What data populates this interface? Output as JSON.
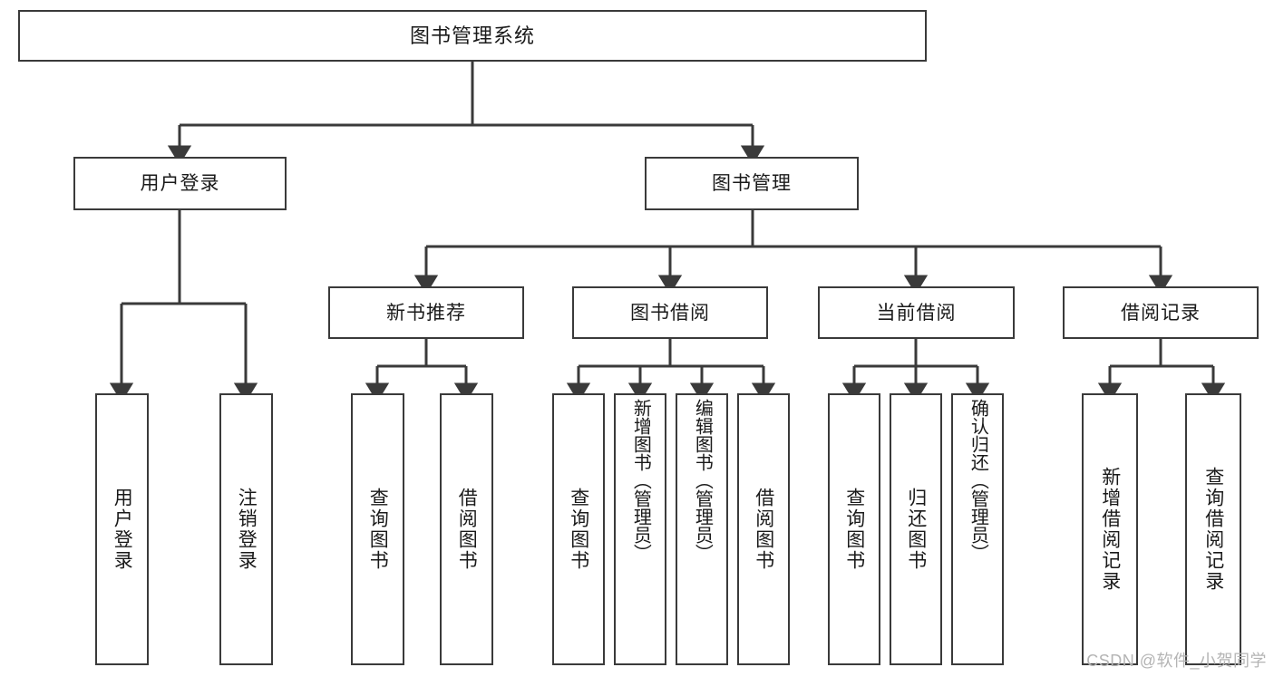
{
  "diagram": {
    "title": "图书管理系统",
    "type": "tree",
    "root": {
      "label": "图书管理系统"
    },
    "level2": [
      {
        "label": "用户登录"
      },
      {
        "label": "图书管理"
      }
    ],
    "level3": [
      {
        "label": "新书推荐"
      },
      {
        "label": "图书借阅"
      },
      {
        "label": "当前借阅"
      },
      {
        "label": "借阅记录"
      }
    ],
    "leaves": {
      "user_login": [
        {
          "label": "用户登录"
        },
        {
          "label": "注销登录"
        }
      ],
      "new_book_recommend": [
        {
          "label": "查询图书"
        },
        {
          "label": "借阅图书"
        }
      ],
      "book_borrow": [
        {
          "label": "查询图书"
        },
        {
          "label": "新增图书（管理员）"
        },
        {
          "label": "编辑图书（管理员）"
        },
        {
          "label": "借阅图书"
        }
      ],
      "current_borrow": [
        {
          "label": "查询图书"
        },
        {
          "label": "归还图书"
        },
        {
          "label": "确认归还（管理员）"
        }
      ],
      "borrow_record": [
        {
          "label": "新增借阅记录"
        },
        {
          "label": "查询借阅记录"
        }
      ]
    }
  },
  "watermark": {
    "text": "CSDN @软件_小贺同学"
  },
  "colors": {
    "box_border": "#3a3a3a",
    "box_fill": "#ffffff",
    "connector": "#3a3a3a",
    "text": "#1a1a1a",
    "watermark": "#b4b4b4",
    "background": "#ffffff"
  }
}
